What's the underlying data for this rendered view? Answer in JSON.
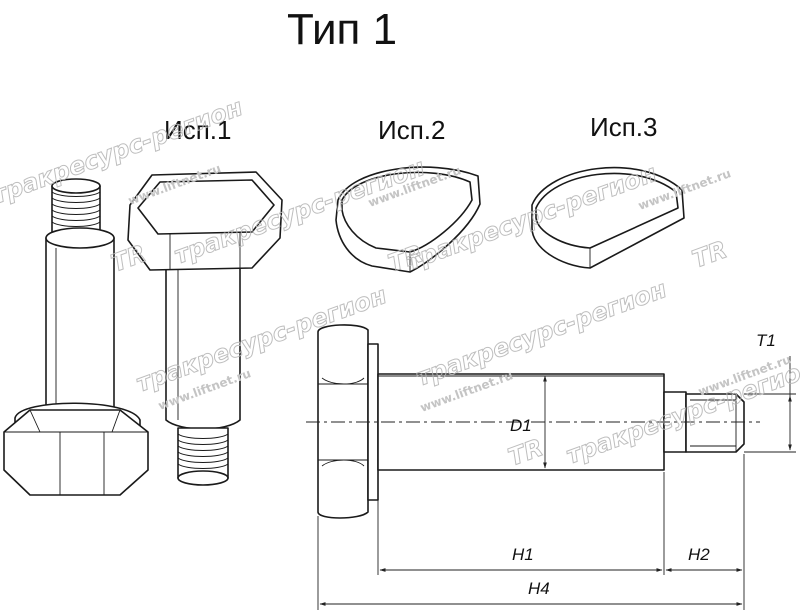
{
  "title": "Тип 1",
  "variants": [
    {
      "label": "Исп.1"
    },
    {
      "label": "Исп.2"
    },
    {
      "label": "Исп.3"
    }
  ],
  "dimensions": {
    "d1": "D1",
    "t1": "T1",
    "h1": "H1",
    "h2": "H2",
    "h4": "H4"
  },
  "watermark": {
    "brand": "тракресурс-регион",
    "url": "www.liftnet.ru",
    "logo": "TR"
  }
}
